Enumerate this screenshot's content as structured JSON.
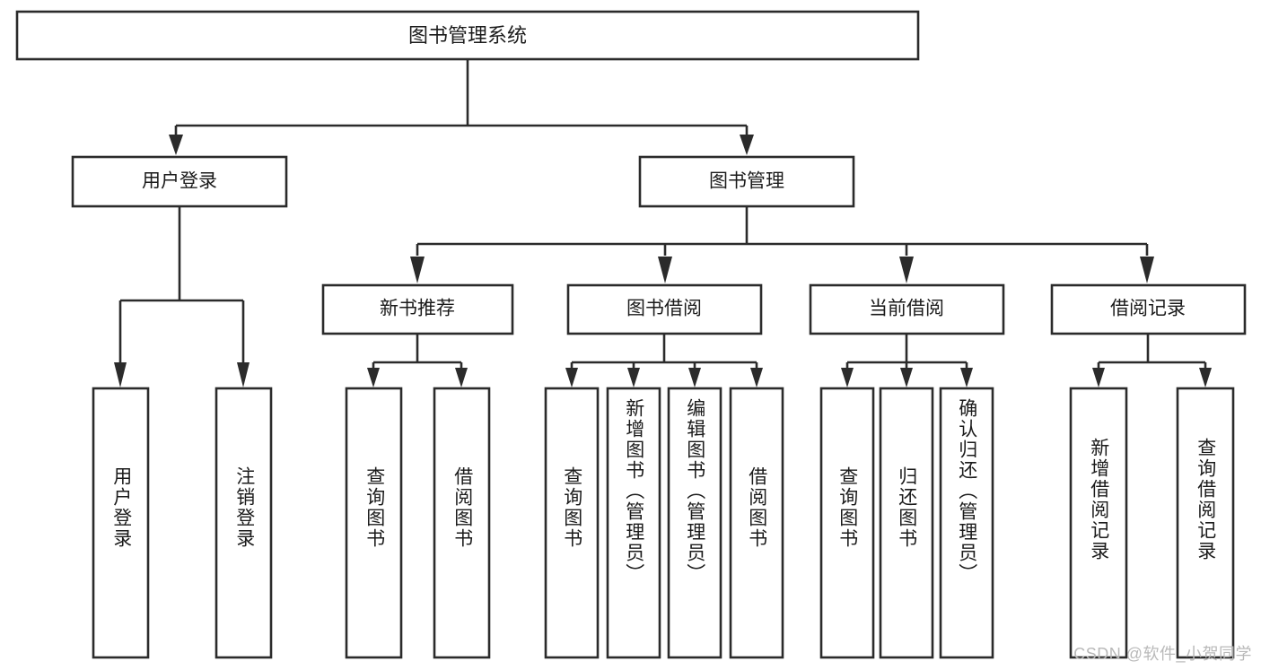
{
  "diagram": {
    "title": "图书管理系统",
    "type": "hierarchy-tree",
    "root": {
      "label": "图书管理系统"
    },
    "level2": [
      {
        "label": "用户登录"
      },
      {
        "label": "图书管理"
      }
    ],
    "level3": [
      {
        "label": "新书推荐"
      },
      {
        "label": "图书借阅"
      },
      {
        "label": "当前借阅"
      },
      {
        "label": "借阅记录"
      }
    ],
    "leaves": {
      "user_login": [
        {
          "label": "用户登录"
        },
        {
          "label": "注销登录"
        }
      ],
      "new_book_recommend": [
        {
          "label": "查询图书"
        },
        {
          "label": "借阅图书"
        }
      ],
      "book_borrow": [
        {
          "label": "查询图书"
        },
        {
          "label": "新增图书（管理员）"
        },
        {
          "label": "编辑图书（管理员）"
        },
        {
          "label": "借阅图书"
        }
      ],
      "current_borrow": [
        {
          "label": "查询图书"
        },
        {
          "label": "归还图书"
        },
        {
          "label": "确认归还（管理员）"
        }
      ],
      "borrow_record": [
        {
          "label": "新增借阅记录"
        },
        {
          "label": "查询借阅记录"
        }
      ]
    }
  },
  "watermark": {
    "text": "CSDN @软件_小贺同学"
  },
  "colors": {
    "stroke": "#2b2b2b",
    "box_fill": "#ffffff",
    "text": "#1b1b1b",
    "watermark": "#b9b9b9",
    "background": "#ffffff"
  }
}
